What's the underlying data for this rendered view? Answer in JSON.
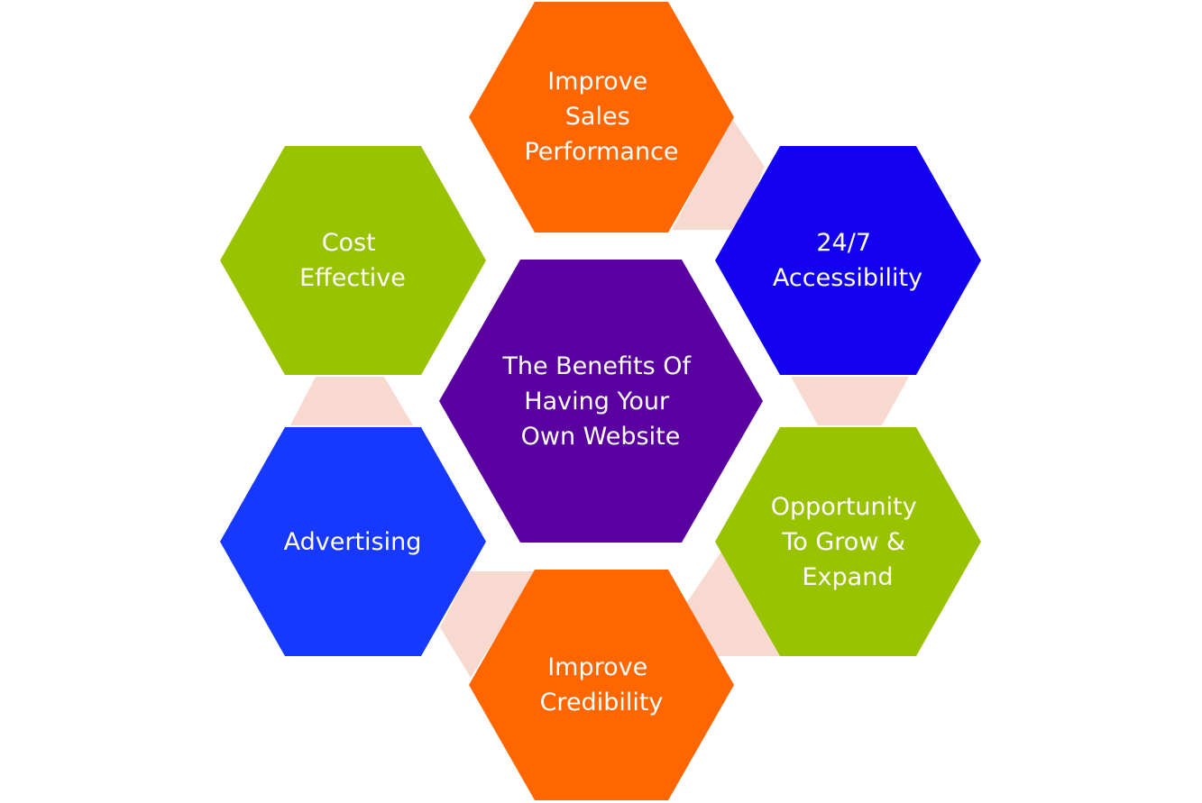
{
  "diagram": {
    "center": {
      "lines": [
        "The Benefits Of",
        "Having Your",
        "Own Website"
      ],
      "color": "#5B00A0"
    },
    "nodes": [
      {
        "id": "improve-sales-performance",
        "lines": [
          "Improve",
          "Sales",
          "Performance"
        ],
        "color": "#FF6600"
      },
      {
        "id": "accessibility",
        "lines": [
          "24/7",
          "Accessibility"
        ],
        "color": "#1400F0"
      },
      {
        "id": "opportunity-to-grow",
        "lines": [
          "Opportunity",
          "To Grow &",
          "Expand"
        ],
        "color": "#99C200"
      },
      {
        "id": "improve-credibility",
        "lines": [
          "Improve",
          "Credibility"
        ],
        "color": "#FF6600"
      },
      {
        "id": "advertising",
        "lines": [
          "Advertising"
        ],
        "color": "#1638FF"
      },
      {
        "id": "cost-effective",
        "lines": [
          "Cost",
          "Effective"
        ],
        "color": "#99C200"
      }
    ],
    "connector_color": "#F8D9CF"
  }
}
